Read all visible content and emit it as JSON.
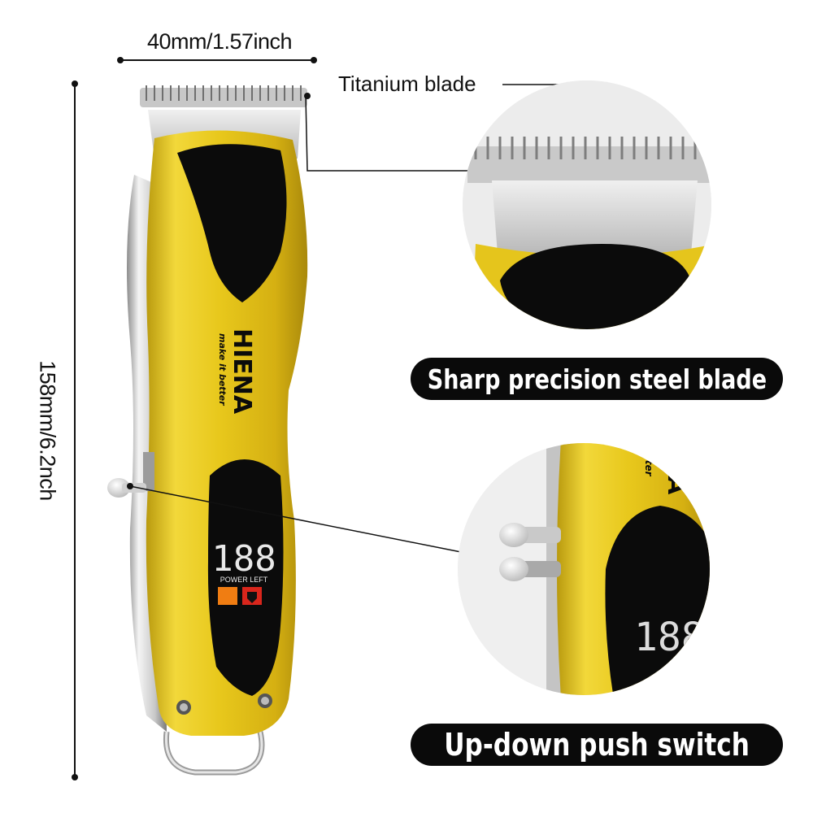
{
  "dimensions": {
    "width": "40mm/1.57inch",
    "height": "158mm/6.2nch"
  },
  "callouts": {
    "blade_label": "Titanium blade",
    "feature_1": "Sharp precision steel blade",
    "feature_2": "Up-down push switch"
  },
  "product": {
    "brand": "HIENA",
    "tagline": "make it better",
    "display_readout": "188",
    "display_label": "POWER LEFT",
    "zoom_brand_fragment": "A",
    "zoom_tagline_fragment": "tter"
  },
  "colors": {
    "body_yellow": "#e9c81d",
    "panel_black": "#0b0b0b",
    "chrome": "#d9d9d9",
    "pill_background": "#0a0a0a",
    "icon_orange": "#f07d12",
    "icon_red": "#d9261c"
  }
}
